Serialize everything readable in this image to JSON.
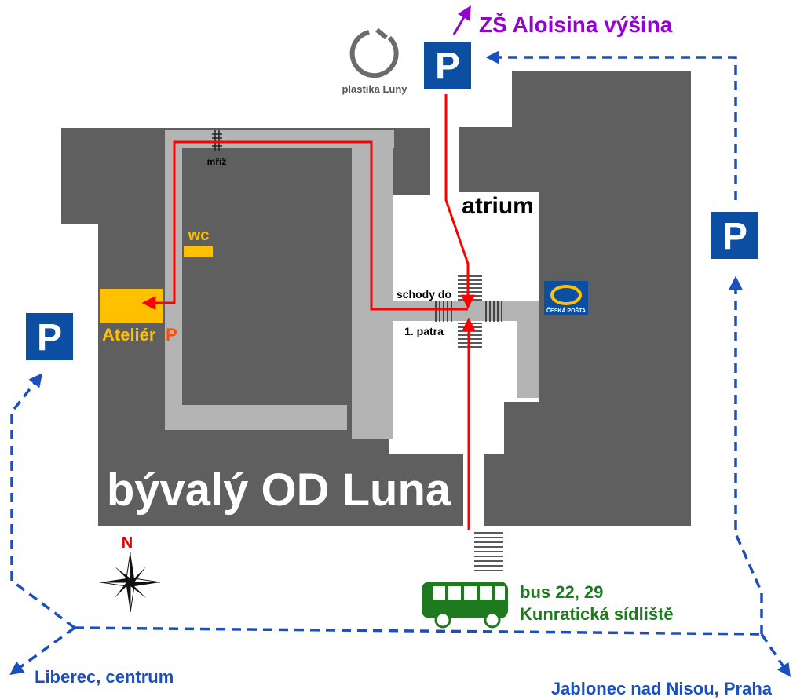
{
  "title": "bývalý OD Luna",
  "labels": {
    "atrium": "atrium",
    "stairs_line1": "schody do",
    "stairs_line2": "1. patra",
    "grate": "mříž",
    "wc": "wc",
    "atelier": "Ateliér",
    "atelier_p": "P",
    "sculpture": "plastika Luny",
    "post_office": "ČESKÁ POŠTA",
    "north": "N",
    "parking": "P"
  },
  "destinations": {
    "school": "ZŠ Aloisina výšina",
    "liberec": "Liberec, centrum",
    "jablonec": "Jablonec nad Nisou, Praha"
  },
  "bus": {
    "line1": "bus 22, 29",
    "line2": "Kunratická sídliště"
  },
  "colors": {
    "building": "#5f5f5f",
    "corridor": "#b4b4b4",
    "atrium": "#ffffff",
    "route": "#ff0000",
    "parking": "#0b4ea2",
    "road": "#1a4fbf",
    "bus": "#1e7a1e",
    "wc_atelier": "#ffc000",
    "atelier_p": "#ff4a00",
    "school_arrow": "#9400d3",
    "sculpture_icon": "#6b6b6b"
  }
}
